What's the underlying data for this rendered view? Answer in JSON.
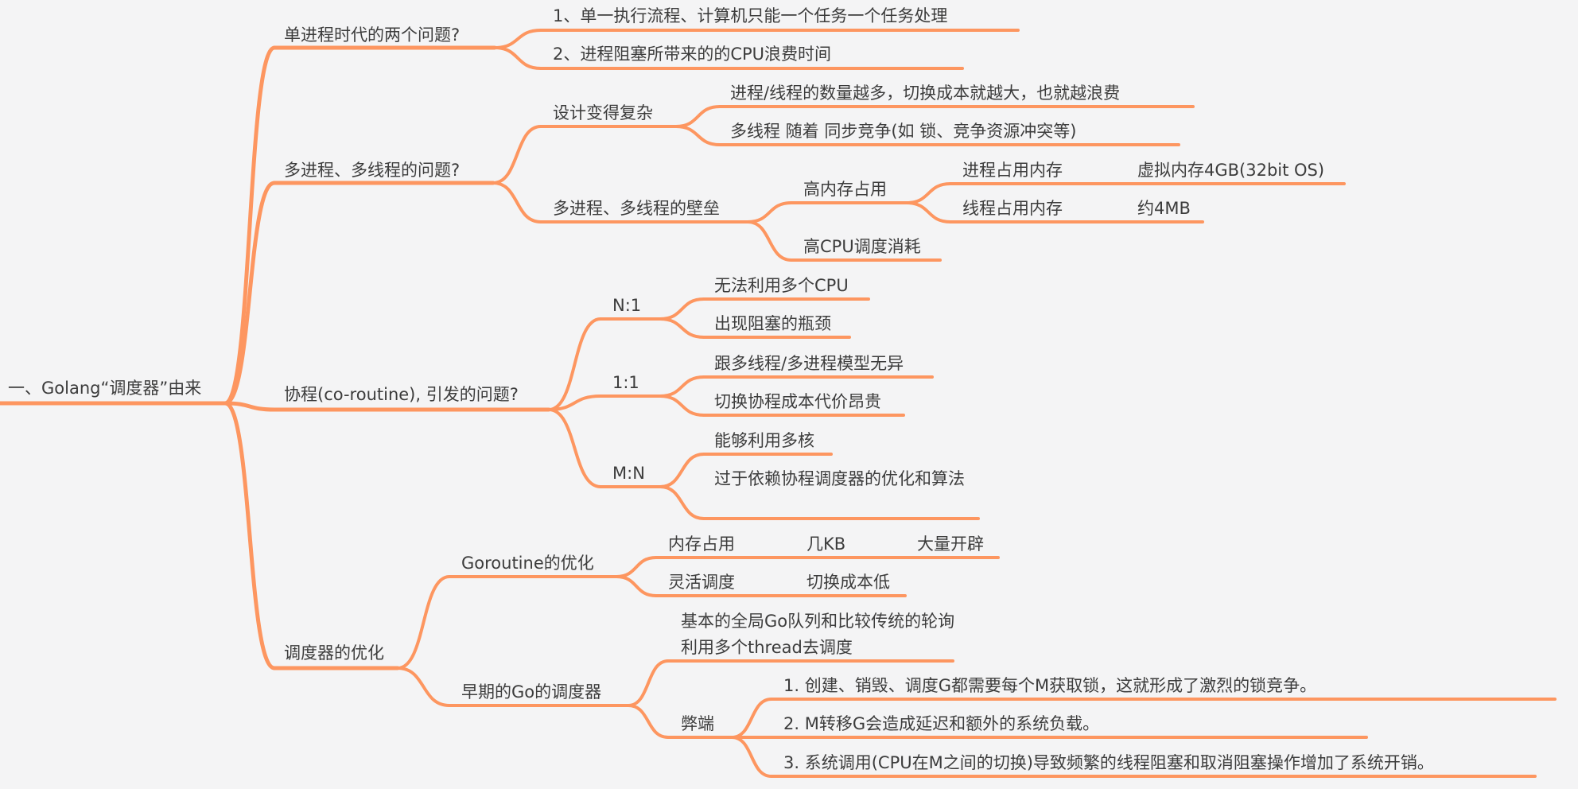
{
  "colors": {
    "branch": "#fd9660",
    "background": "#f4f4f5",
    "text": "#3c3c3c"
  },
  "mindmap": {
    "root": "一、Golang“调度器”由来",
    "b1": {
      "label": "单进程时代的两个问题?",
      "c1": "1、单一执行流程、计算机只能一个任务一个任务处理",
      "c2": "2、进程阻塞所带来的的CPU浪费时间"
    },
    "b2": {
      "label": "多进程、多线程的问题?",
      "design": {
        "label": "设计变得复杂",
        "c1": "进程/线程的数量越多，切换成本就越大，也就越浪费",
        "c2": "多线程 随着 同步竞争(如 锁、竞争资源冲突等)"
      },
      "barrier": {
        "label": "多进程、多线程的壁垒",
        "highmem": {
          "label": "高内存占用",
          "proc": {
            "label": "进程占用内存",
            "value": "虚拟内存4GB(32bit OS)"
          },
          "thread": {
            "label": "线程占用内存",
            "value": "约4MB"
          }
        },
        "highcpu": "高CPU调度消耗"
      }
    },
    "b3": {
      "label": "协程(co-routine), 引发的问题?",
      "n1": {
        "label": "N:1",
        "c1": "无法利用多个CPU",
        "c2": "出现阻塞的瓶颈"
      },
      "one": {
        "label": "1:1",
        "c1": "跟多线程/多进程模型无异",
        "c2": "切换协程成本代价昂贵"
      },
      "mn": {
        "label": "M:N",
        "c1": "能够利用多核",
        "c2": "过于依赖协程调度器的优化和算法"
      }
    },
    "b4": {
      "label": "调度器的优化",
      "gor": {
        "label": "Goroutine的优化",
        "mem": {
          "label": "内存占用",
          "v1": "几KB",
          "v2": "大量开辟"
        },
        "flex": {
          "label": "灵活调度",
          "v1": "切换成本低"
        }
      },
      "early": {
        "label": "早期的Go的调度器",
        "basic": "基本的全局Go队列和比较传统的轮询利用多个thread去调度",
        "cons": {
          "label": "弊端",
          "c1": "1.  创建、销毁、调度G都需要每个M获取锁，这就形成了激烈的锁竞争。",
          "c2": "2.  M转移G会造成延迟和额外的系统负载。",
          "c3": "3.  系统调用(CPU在M之间的切换)导致频繁的线程阻塞和取消阻塞操作增加了系统开销。"
        }
      }
    }
  }
}
